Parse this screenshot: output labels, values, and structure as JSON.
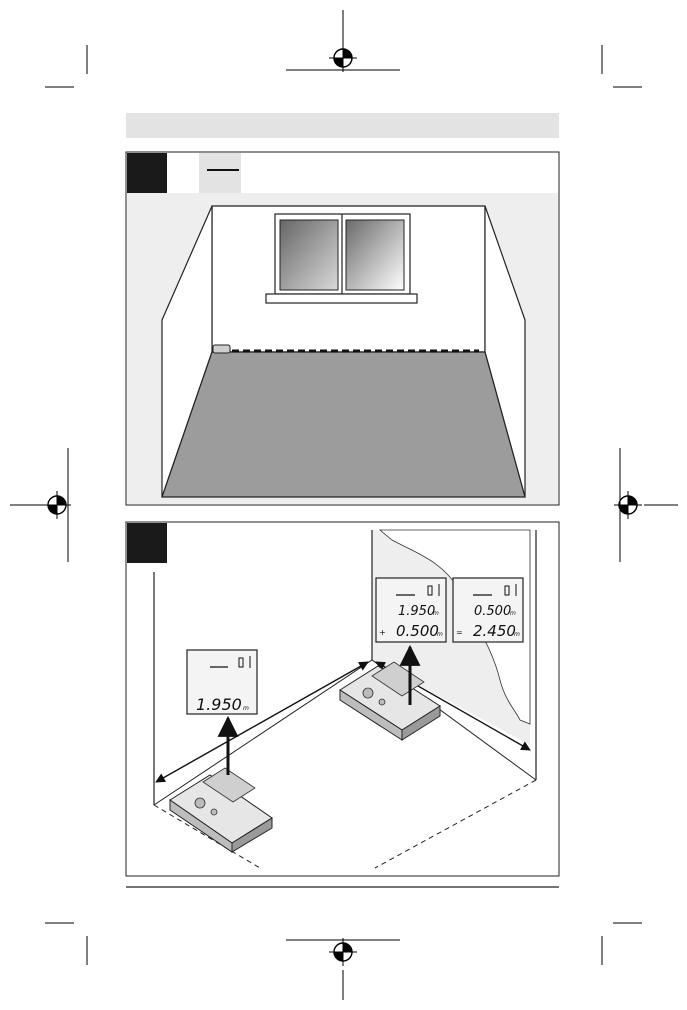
{
  "figure_top": {
    "displays": []
  },
  "figure_bottom": {
    "display_single": {
      "main": "1.950",
      "unit": "m"
    },
    "display_double_a": {
      "top": "1.950",
      "top_unit": "m",
      "op": "+",
      "bottom": "0.500",
      "bottom_unit": "m"
    },
    "display_double_b": {
      "top": "0.500",
      "top_unit": "m",
      "op": "=",
      "bottom": "2.450",
      "bottom_unit": "m"
    }
  },
  "colors": {
    "header_band": "#e3e3e3",
    "panel_bg": "#eeeeee",
    "floor": "#9c9c9c",
    "wall_border": "#222222",
    "badge": "#1a1a1a"
  },
  "icons": [
    "registration-mark-icon",
    "crop-mark-icon",
    "laser-rangefinder-icon",
    "measurement-arrow-icon"
  ]
}
